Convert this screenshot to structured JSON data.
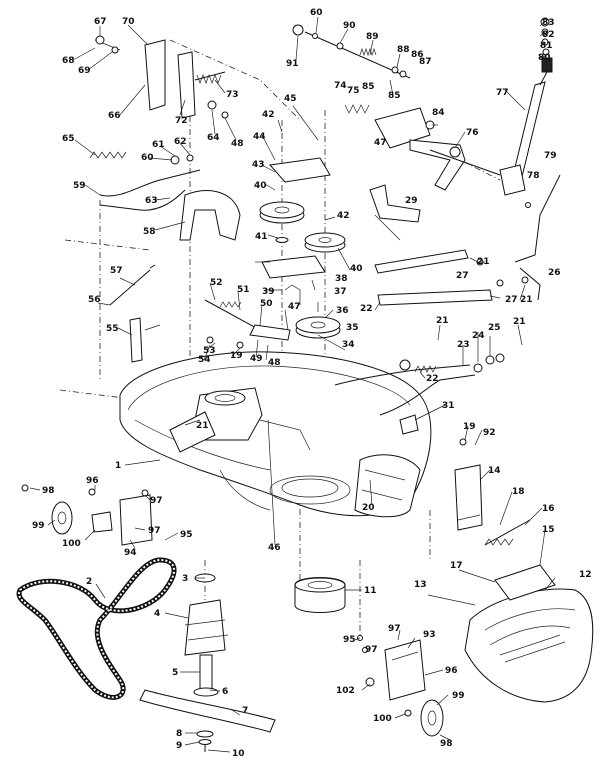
{
  "diagram": {
    "callouts": [
      {
        "id": "c67",
        "text": "67"
      },
      {
        "id": "c70",
        "text": "70"
      },
      {
        "id": "c68",
        "text": "68"
      },
      {
        "id": "c69",
        "text": "69"
      },
      {
        "id": "c66",
        "text": "66"
      },
      {
        "id": "c72",
        "text": "72"
      },
      {
        "id": "c73",
        "text": "73"
      },
      {
        "id": "c64",
        "text": "64"
      },
      {
        "id": "c48a",
        "text": "48"
      },
      {
        "id": "c65",
        "text": "65"
      },
      {
        "id": "c61",
        "text": "61"
      },
      {
        "id": "c62",
        "text": "62"
      },
      {
        "id": "c60",
        "text": "60"
      },
      {
        "id": "c59",
        "text": "59"
      },
      {
        "id": "c63",
        "text": "63"
      },
      {
        "id": "c58",
        "text": "58"
      },
      {
        "id": "c91",
        "text": "91"
      },
      {
        "id": "c60b",
        "text": "60"
      },
      {
        "id": "c90",
        "text": "90"
      },
      {
        "id": "c89",
        "text": "89"
      },
      {
        "id": "c88",
        "text": "88"
      },
      {
        "id": "c86",
        "text": "86"
      },
      {
        "id": "c87",
        "text": "87"
      },
      {
        "id": "c83",
        "text": "83"
      },
      {
        "id": "c82",
        "text": "82"
      },
      {
        "id": "c81",
        "text": "81"
      },
      {
        "id": "c80",
        "text": "80"
      },
      {
        "id": "c74",
        "text": "74"
      },
      {
        "id": "c75",
        "text": "75"
      },
      {
        "id": "c85",
        "text": "85"
      },
      {
        "id": "c85b",
        "text": "85"
      },
      {
        "id": "c84",
        "text": "84"
      },
      {
        "id": "c77",
        "text": "77"
      },
      {
        "id": "c47a",
        "text": "47"
      },
      {
        "id": "c76",
        "text": "76"
      },
      {
        "id": "c79",
        "text": "79"
      },
      {
        "id": "c78",
        "text": "78"
      },
      {
        "id": "c42a",
        "text": "42"
      },
      {
        "id": "c45",
        "text": "45"
      },
      {
        "id": "c44",
        "text": "44"
      },
      {
        "id": "c43",
        "text": "43"
      },
      {
        "id": "c40a",
        "text": "40"
      },
      {
        "id": "c42b",
        "text": "42"
      },
      {
        "id": "c29",
        "text": "29"
      },
      {
        "id": "c41",
        "text": "41"
      },
      {
        "id": "c40b",
        "text": "40"
      },
      {
        "id": "c39",
        "text": "39"
      },
      {
        "id": "c38",
        "text": "38"
      },
      {
        "id": "c37",
        "text": "37"
      },
      {
        "id": "c36",
        "text": "36"
      },
      {
        "id": "c35",
        "text": "35"
      },
      {
        "id": "c34",
        "text": "34"
      },
      {
        "id": "c57",
        "text": "57"
      },
      {
        "id": "c56",
        "text": "56"
      },
      {
        "id": "c55",
        "text": "55"
      },
      {
        "id": "c52",
        "text": "52"
      },
      {
        "id": "c51",
        "text": "51"
      },
      {
        "id": "c50",
        "text": "50"
      },
      {
        "id": "c47b",
        "text": "47"
      },
      {
        "id": "c53",
        "text": "53"
      },
      {
        "id": "c19a",
        "text": "19"
      },
      {
        "id": "c49",
        "text": "49"
      },
      {
        "id": "c48b",
        "text": "48"
      },
      {
        "id": "c54",
        "text": "54"
      },
      {
        "id": "c21a",
        "text": "21"
      },
      {
        "id": "c27a",
        "text": "27"
      },
      {
        "id": "c26",
        "text": "26"
      },
      {
        "id": "c22a",
        "text": "22"
      },
      {
        "id": "c27b",
        "text": "27"
      },
      {
        "id": "c21b",
        "text": "21"
      },
      {
        "id": "c21c",
        "text": "21"
      },
      {
        "id": "c24",
        "text": "24"
      },
      {
        "id": "c25",
        "text": "25"
      },
      {
        "id": "c21d",
        "text": "21"
      },
      {
        "id": "c23",
        "text": "23"
      },
      {
        "id": "c22b",
        "text": "22"
      },
      {
        "id": "c31",
        "text": "31"
      },
      {
        "id": "c19b",
        "text": "19"
      },
      {
        "id": "c92",
        "text": "92"
      },
      {
        "id": "c14",
        "text": "14"
      },
      {
        "id": "c18",
        "text": "18"
      },
      {
        "id": "c16",
        "text": "16"
      },
      {
        "id": "c15",
        "text": "15"
      },
      {
        "id": "c21e",
        "text": "21"
      },
      {
        "id": "c1",
        "text": "1"
      },
      {
        "id": "c20",
        "text": "20"
      },
      {
        "id": "c46",
        "text": "46"
      },
      {
        "id": "c98a",
        "text": "98"
      },
      {
        "id": "c96a",
        "text": "96"
      },
      {
        "id": "c97a",
        "text": "97"
      },
      {
        "id": "c99a",
        "text": "99"
      },
      {
        "id": "c97b",
        "text": "97"
      },
      {
        "id": "c100a",
        "text": "100"
      },
      {
        "id": "c94",
        "text": "94"
      },
      {
        "id": "c95a",
        "text": "95"
      },
      {
        "id": "c2",
        "text": "2"
      },
      {
        "id": "c3",
        "text": "3"
      },
      {
        "id": "c11",
        "text": "11"
      },
      {
        "id": "c13",
        "text": "13"
      },
      {
        "id": "c17",
        "text": "17"
      },
      {
        "id": "c12",
        "text": "12"
      },
      {
        "id": "c4",
        "text": "4"
      },
      {
        "id": "c95b",
        "text": "95"
      },
      {
        "id": "c97c",
        "text": "97"
      },
      {
        "id": "c93",
        "text": "93"
      },
      {
        "id": "c97d",
        "text": "97"
      },
      {
        "id": "c96b",
        "text": "96"
      },
      {
        "id": "c5",
        "text": "5"
      },
      {
        "id": "c6",
        "text": "6"
      },
      {
        "id": "c102",
        "text": "102"
      },
      {
        "id": "c99b",
        "text": "99"
      },
      {
        "id": "c7",
        "text": "7"
      },
      {
        "id": "c100b",
        "text": "100"
      },
      {
        "id": "c8",
        "text": "8"
      },
      {
        "id": "c9",
        "text": "9"
      },
      {
        "id": "c10",
        "text": "10"
      },
      {
        "id": "c98b",
        "text": "98"
      }
    ]
  }
}
